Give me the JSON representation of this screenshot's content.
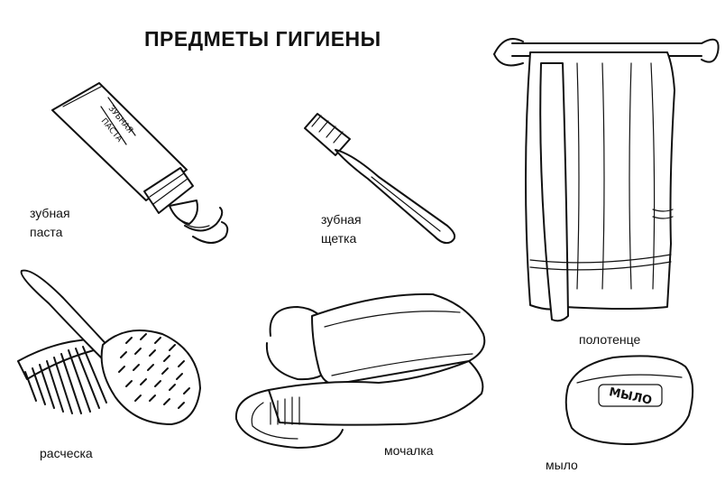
{
  "title": "ПРЕДМЕТЫ ГИГИЕНЫ",
  "items": {
    "toothpaste": {
      "line1": "зубная",
      "line2": "паста"
    },
    "toothbrush": {
      "line1": "зубная",
      "line2": "щетка"
    },
    "towel": {
      "label": "полотенце"
    },
    "comb": {
      "label": "расческа"
    },
    "washcloth": {
      "label": "мочалка"
    },
    "soap": {
      "label": "мыло",
      "imprint": "МЫЛО"
    }
  }
}
